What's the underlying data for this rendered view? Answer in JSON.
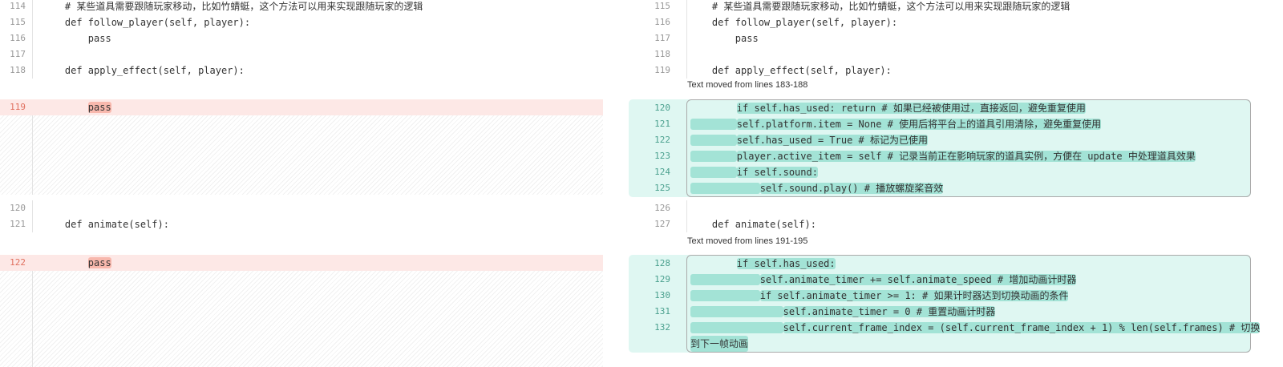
{
  "left": {
    "context_top": [
      {
        "n": "114",
        "code": "    # 某些道具需要跟随玩家移动，比如竹蜻蜓，这个方法可以用来实现跟随玩家的逻辑"
      },
      {
        "n": "115",
        "code": "    def follow_player(self, player):"
      },
      {
        "n": "116",
        "code": "        pass"
      },
      {
        "n": "117",
        "code": ""
      },
      {
        "n": "118",
        "code": "    def apply_effect(self, player):"
      }
    ],
    "deleted_1": {
      "n": "119",
      "indent": "        ",
      "code": "pass"
    },
    "context_mid": [
      {
        "n": "120",
        "code": ""
      },
      {
        "n": "121",
        "code": "    def animate(self):"
      }
    ],
    "deleted_2": {
      "n": "122",
      "indent": "        ",
      "code": "pass"
    }
  },
  "right": {
    "context_top": [
      {
        "n": "115",
        "code": "    # 某些道具需要跟随玩家移动，比如竹蜻蜓，这个方法可以用来实现跟随玩家的逻辑"
      },
      {
        "n": "116",
        "code": "    def follow_player(self, player):"
      },
      {
        "n": "117",
        "code": "        pass"
      },
      {
        "n": "118",
        "code": ""
      },
      {
        "n": "119",
        "code": "    def apply_effect(self, player):"
      }
    ],
    "moved_1": {
      "note": "Text moved from lines 183-188",
      "lines": [
        {
          "n": "120",
          "indent": "        ",
          "code": "if self.has_used: return # 如果已经被使用过，直接返回，避免重复使用"
        },
        {
          "n": "121",
          "indent": "        ",
          "code": "self.platform.item = None # 使用后将平台上的道具引用清除，避免重复使用"
        },
        {
          "n": "122",
          "indent": "        ",
          "code": "self.has_used = True # 标记为已使用"
        },
        {
          "n": "123",
          "indent": "        ",
          "code": "player.active_item = self # 记录当前正在影响玩家的道具实例，方便在 update 中处理道具效果"
        },
        {
          "n": "124",
          "indent": "        ",
          "code": "if self.sound:"
        },
        {
          "n": "125",
          "indent": "            ",
          "code": "self.sound.play() # 播放螺旋桨音效"
        }
      ]
    },
    "context_mid": [
      {
        "n": "126",
        "code": ""
      },
      {
        "n": "127",
        "code": "    def animate(self):"
      }
    ],
    "moved_2": {
      "note": "Text moved from lines 191-195",
      "lines": [
        {
          "n": "128",
          "indent": "        ",
          "code": "if self.has_used:"
        },
        {
          "n": "129",
          "indent": "            ",
          "code": "self.animate_timer += self.animate_speed # 增加动画计时器"
        },
        {
          "n": "130",
          "indent": "            ",
          "code": "if self.animate_timer >= 1: # 如果计时器达到切换动画的条件"
        },
        {
          "n": "131",
          "indent": "                ",
          "code": "self.animate_timer = 0 # 重置动画计时器"
        },
        {
          "n": "132",
          "indent": "                ",
          "code": "self.current_frame_index = (self.current_frame_index + 1) % len(self.frames) # 切换"
        }
      ],
      "wrap": "到下一帧动画"
    }
  }
}
